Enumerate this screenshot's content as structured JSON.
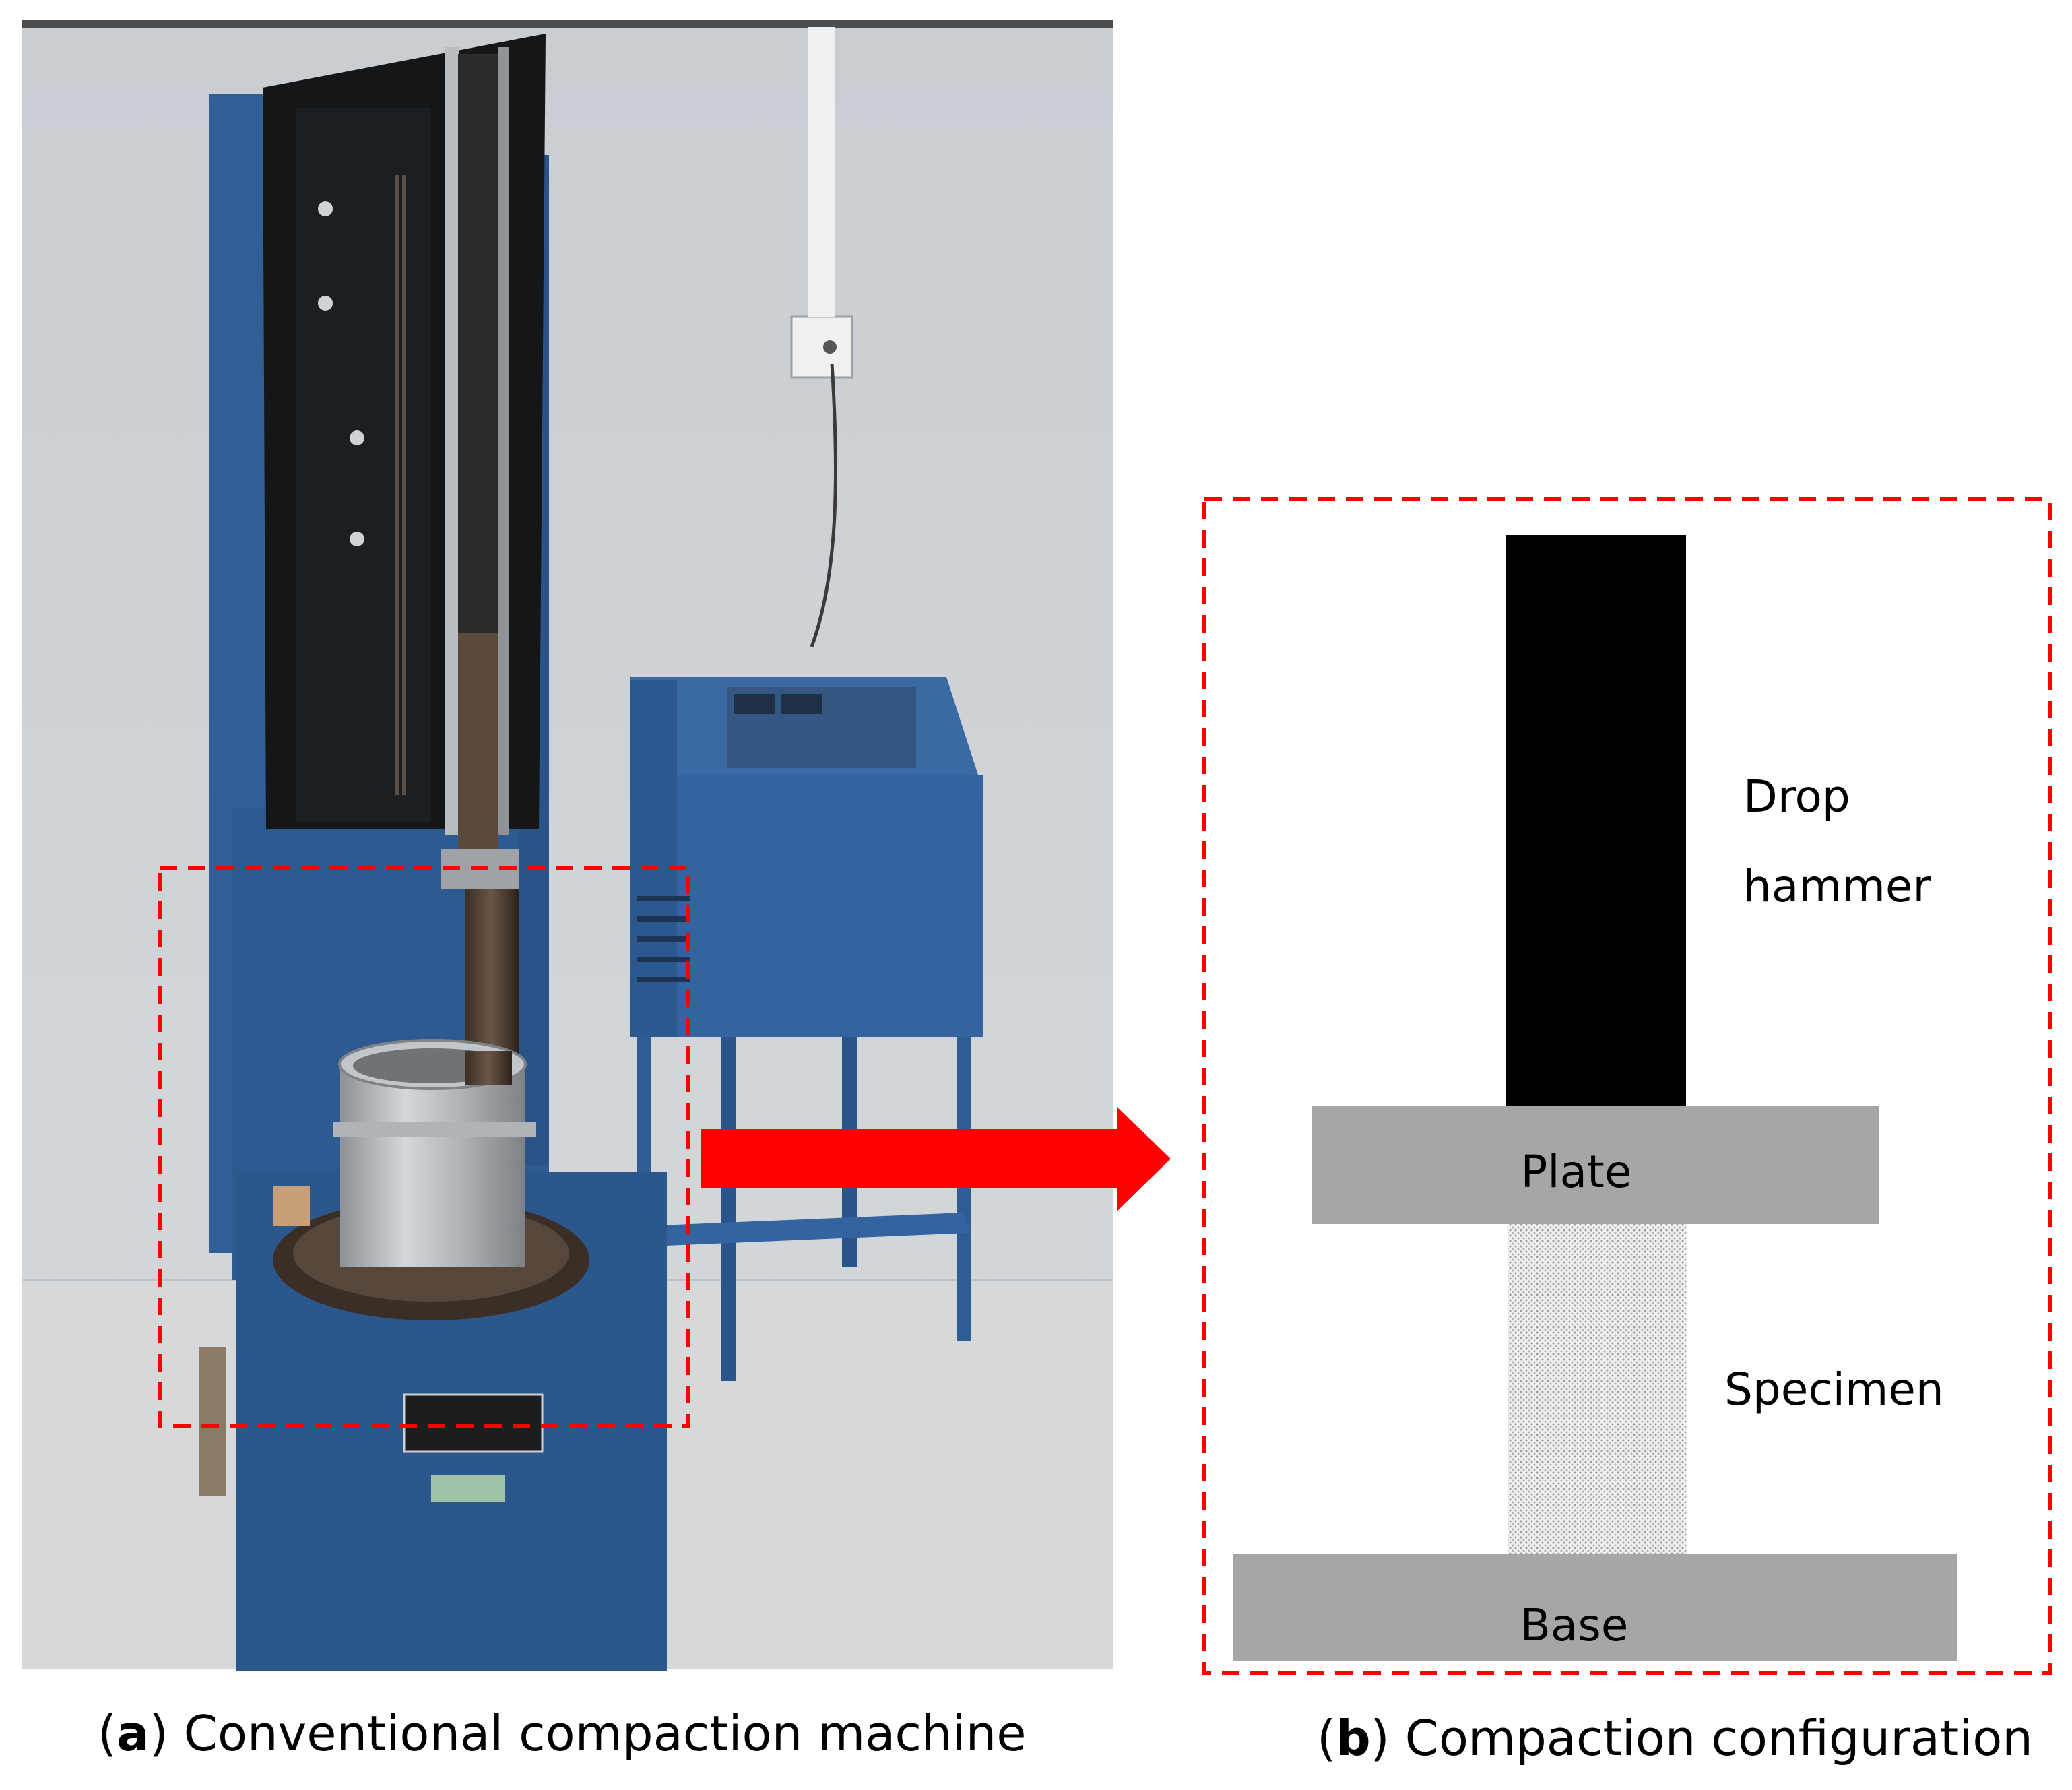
{
  "figure": {
    "panel_a": {
      "label_letter": "a",
      "label_text": "Conventional compaction machine"
    },
    "panel_b": {
      "label_letter": "b",
      "label_text": "Compaction configuration",
      "labels": {
        "drop_line1": "Drop",
        "drop_line2": "hammer",
        "plate": "Plate",
        "specimen": "Specimen",
        "base": "Base"
      }
    },
    "colors": {
      "highlight_red": "#ff0000",
      "plate_gray": "#a6a6a6",
      "hammer_black": "#000000",
      "machine_blue": "#2f5f95",
      "wall": "#c8ccd0"
    }
  }
}
